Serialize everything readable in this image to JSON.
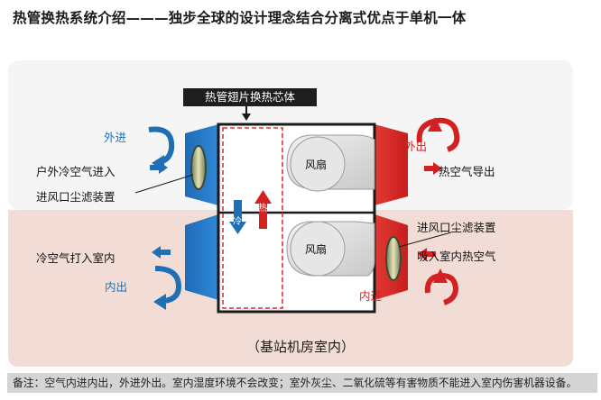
{
  "title": "热管换热系统介绍———独步全球的设计理念结合分离式优点于单机一体",
  "diagram": {
    "core_label": "热管翅片换热芯体",
    "outside_in": "外进",
    "outside_air_in": "户外冷空气进入",
    "inlet_filter_left": "进风口尘滤装置",
    "fan_top": "风扇",
    "fan_bottom": "风扇",
    "outside_out": "外出",
    "hot_air_out": "热空气导出",
    "cold_marker": "冷",
    "hot_marker": "热",
    "inlet_filter_right": "进风口尘滤装置",
    "hot_air_in": "吸入室内热空气",
    "cold_air_in": "冷空气打入室内",
    "inside_out": "内出",
    "inside_in": "内进",
    "location": "（基站机房室内）"
  },
  "note": "备注：空气内进内出，外进外出。室内湿度环境不会改变；室外灰尘、二氧化硫等有害物质不能进入室内伤害机器设备。",
  "colors": {
    "blue": "#1f6fb5",
    "red": "#d42020",
    "outdoor_bg": "#f5f5f5",
    "indoor_bg": "#f2ddd6"
  }
}
